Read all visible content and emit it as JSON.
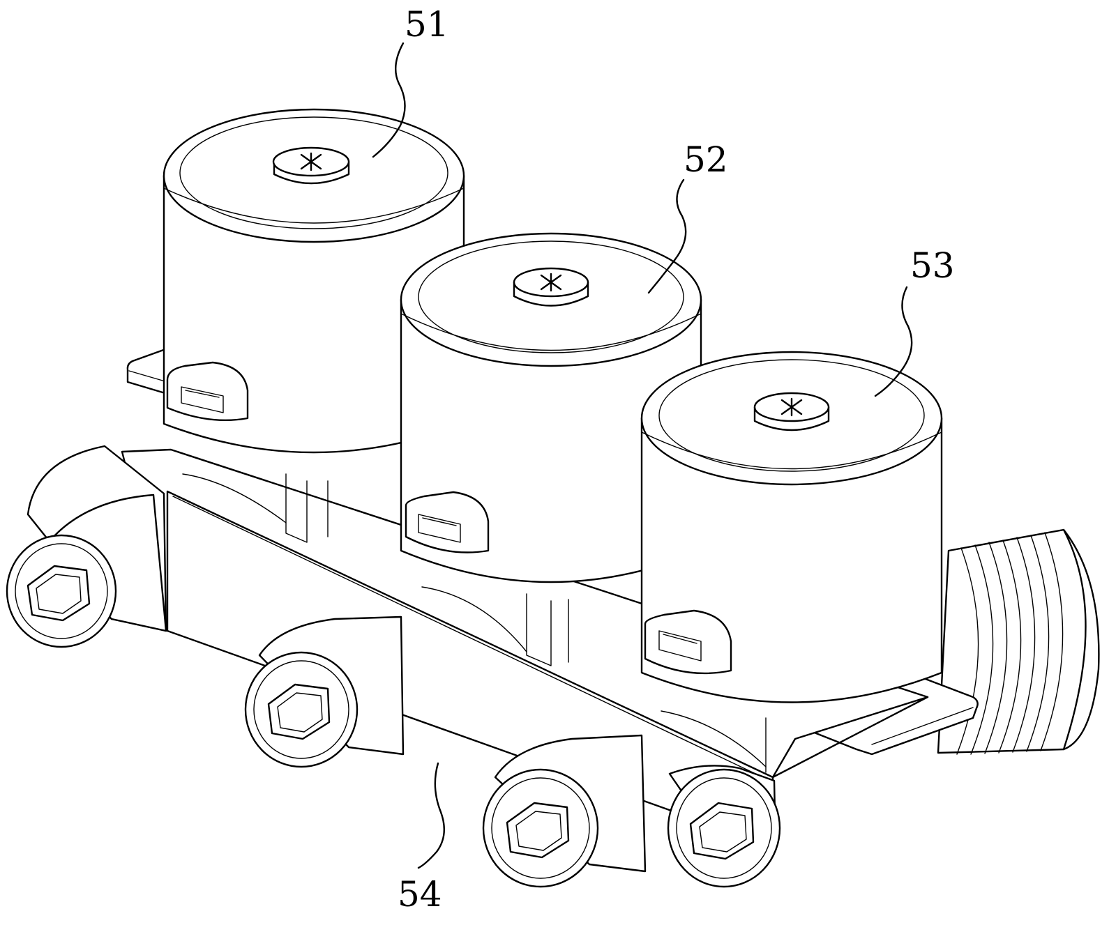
{
  "labels": {
    "valve_1": "51",
    "valve_2": "52",
    "valve_3": "53",
    "manifold": "54"
  }
}
